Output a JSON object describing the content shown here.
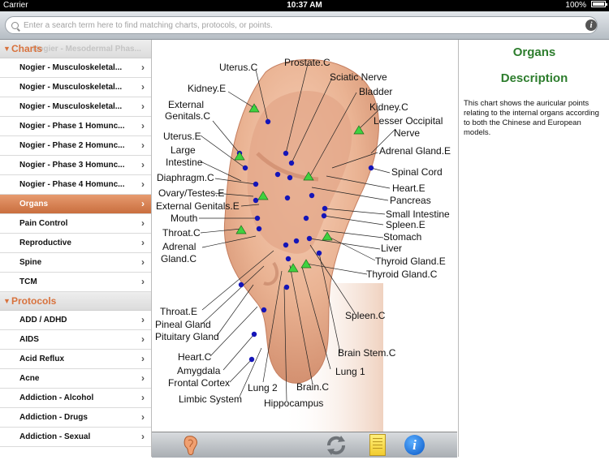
{
  "status_bar": {
    "carrier": "Carrier",
    "time": "10:37 AM",
    "battery": "100%"
  },
  "search": {
    "placeholder": "Enter a search term here to find matching charts, protocols, or points."
  },
  "sidebar": {
    "ghost_row": "Nogier - Mesodermal Phas...",
    "charts_header": "Charts",
    "charts": [
      {
        "label": "Nogier - Musculoskeletal..."
      },
      {
        "label": "Nogier - Musculoskeletal..."
      },
      {
        "label": "Nogier - Musculoskeletal..."
      },
      {
        "label": "Nogier - Phase 1 Homunc..."
      },
      {
        "label": "Nogier - Phase 2 Homunc..."
      },
      {
        "label": "Nogier - Phase 3 Homunc..."
      },
      {
        "label": "Nogier - Phase 4 Homunc..."
      },
      {
        "label": "Organs",
        "selected": true
      },
      {
        "label": "Pain Control"
      },
      {
        "label": "Reproductive"
      },
      {
        "label": "Spine"
      },
      {
        "label": "TCM"
      }
    ],
    "protocols_header": "Protocols",
    "protocols": [
      {
        "label": "ADD / ADHD"
      },
      {
        "label": "AIDS"
      },
      {
        "label": "Acid Reflux"
      },
      {
        "label": "Acne"
      },
      {
        "label": "Addiction - Alcohol"
      },
      {
        "label": "Addiction - Drugs"
      },
      {
        "label": "Addiction - Sexual"
      }
    ]
  },
  "chart": {
    "colors": {
      "dot": "#1515b8",
      "triangle": "#3fd23f",
      "leader": "#222222"
    },
    "labels": {
      "uterus_c": "Uterus.C",
      "prostate_c": "Prostate.C",
      "sciatic_nerve": "Sciatic Nerve",
      "kidney_e": "Kidney.E",
      "bladder": "Bladder",
      "external": "External",
      "genitals_c": "Genitals.C",
      "kidney_c": "Kidney.C",
      "lesser_occipital": "Lesser Occipital",
      "nerve": "Nerve",
      "uterus_e": "Uterus.E",
      "large": "Large",
      "intestine": "Intestine",
      "adrenal_gland_e": "Adrenal Gland.E",
      "spinal_cord": "Spinal Cord",
      "diaphragm_c": "Diaphragm.C",
      "heart_e": "Heart.E",
      "ovary_testes_e": "Ovary/Testes.E",
      "pancreas": "Pancreas",
      "external_genitals_e": "External Genitals.E",
      "small_intestine": "Small Intestine",
      "mouth": "Mouth",
      "spleen_e": "Spleen.E",
      "throat_c": "Throat.C",
      "stomach": "Stomach",
      "adrenal": "Adrenal",
      "liver": "Liver",
      "gland_c": "Gland.C",
      "thyroid_gland_e": "Thyroid Gland.E",
      "thyroid_gland_c": "Thyroid Gland.C",
      "throat_e": "Throat.E",
      "pineal_gland": "Pineal Gland",
      "spleen_c": "Spleen.C",
      "pituitary_gland": "Pituitary Gland",
      "brain_stem_c": "Brain Stem.C",
      "heart_c": "Heart.C",
      "amygdala": "Amygdala",
      "lung_1": "Lung 1",
      "frontal_cortex": "Frontal Cortex",
      "lung_2": "Lung 2",
      "brain_c": "Brain.C",
      "limbic_system": "Limbic System",
      "hippocampus": "Hippocampus"
    }
  },
  "right_panel": {
    "title": "Organs",
    "subtitle": "Description",
    "description": "This chart shows the auricular points relating to the internal organs according to both the Chinese and European models."
  }
}
